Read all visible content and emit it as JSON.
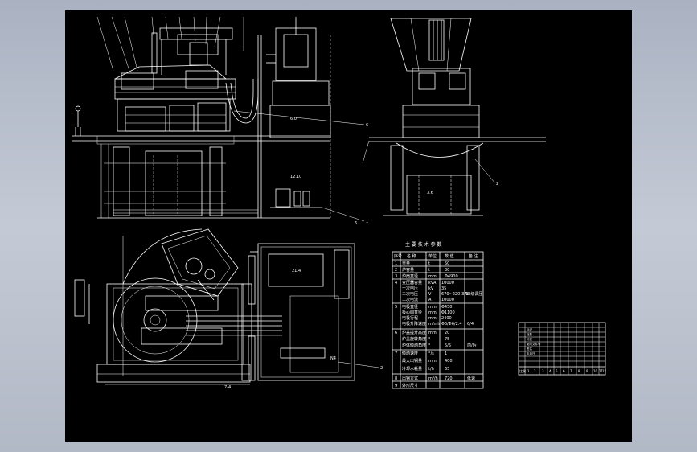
{
  "table": {
    "title": "主 要 技 术 参 数",
    "headers": [
      "序号",
      "名 称",
      "单位",
      "数 值",
      "备 注"
    ],
    "rows": [
      [
        "1",
        "重量",
        "t",
        "50",
        ""
      ],
      [
        "2",
        "炉容量",
        "t",
        "30",
        ""
      ],
      [
        "3",
        "炉壳直径",
        "mm",
        "Φ4900",
        ""
      ],
      [
        "4",
        "变压器容量",
        "kVA",
        "10000",
        "",
        "",
        "一次电压",
        "kV",
        "35",
        "",
        "",
        "二次电压",
        "V",
        "670~220-376",
        "13级调压",
        "",
        "二次电流",
        "A",
        "10000",
        ""
      ],
      [
        "5",
        "电极直径",
        "mm",
        "Φ450",
        "",
        "",
        "极心圆直径",
        "mm",
        "Φ1100",
        "",
        "",
        "电极行程",
        "mm",
        "2400",
        "",
        "",
        "电极升降速度",
        "m/min",
        "Φ6/Φ6/2.4",
        "6/4"
      ],
      [
        "6",
        "炉盖提升高度",
        "mm",
        "20",
        "",
        "",
        "炉盖旋转角度",
        "°",
        "75",
        "",
        "",
        "炉体倾动角度",
        "°",
        "5/5",
        "前/后"
      ],
      [
        "7",
        "倾动速度",
        "°/s",
        "1",
        "",
        "",
        "最大出钢量",
        "mm",
        "400",
        "",
        "",
        "冷却水耗量",
        "t/h",
        "65",
        ""
      ],
      [
        "8",
        "出钢方式",
        "",
        "",
        "",
        "",
        "",
        "m³/h",
        "720",
        "低速"
      ],
      [
        "9",
        "外形尺寸",
        "",
        "",
        ""
      ]
    ]
  },
  "callouts": [
    "6",
    "1",
    "2",
    "2",
    "6"
  ],
  "labels": {
    "room_top": "12.10",
    "room_mid": "21.4",
    "room_small": "6.0",
    "room_b": "N4",
    "room_c": "3.6",
    "box_label": "7-4"
  },
  "title_block": {
    "col_nums": [
      "标记",
      "处数",
      "分区",
      "更改文件号",
      "签名",
      "年月日"
    ],
    "footer": [
      "比例",
      "1",
      "2",
      "3",
      "4",
      "5",
      "6",
      "7",
      "8",
      "9",
      "10",
      "11",
      "12"
    ]
  }
}
